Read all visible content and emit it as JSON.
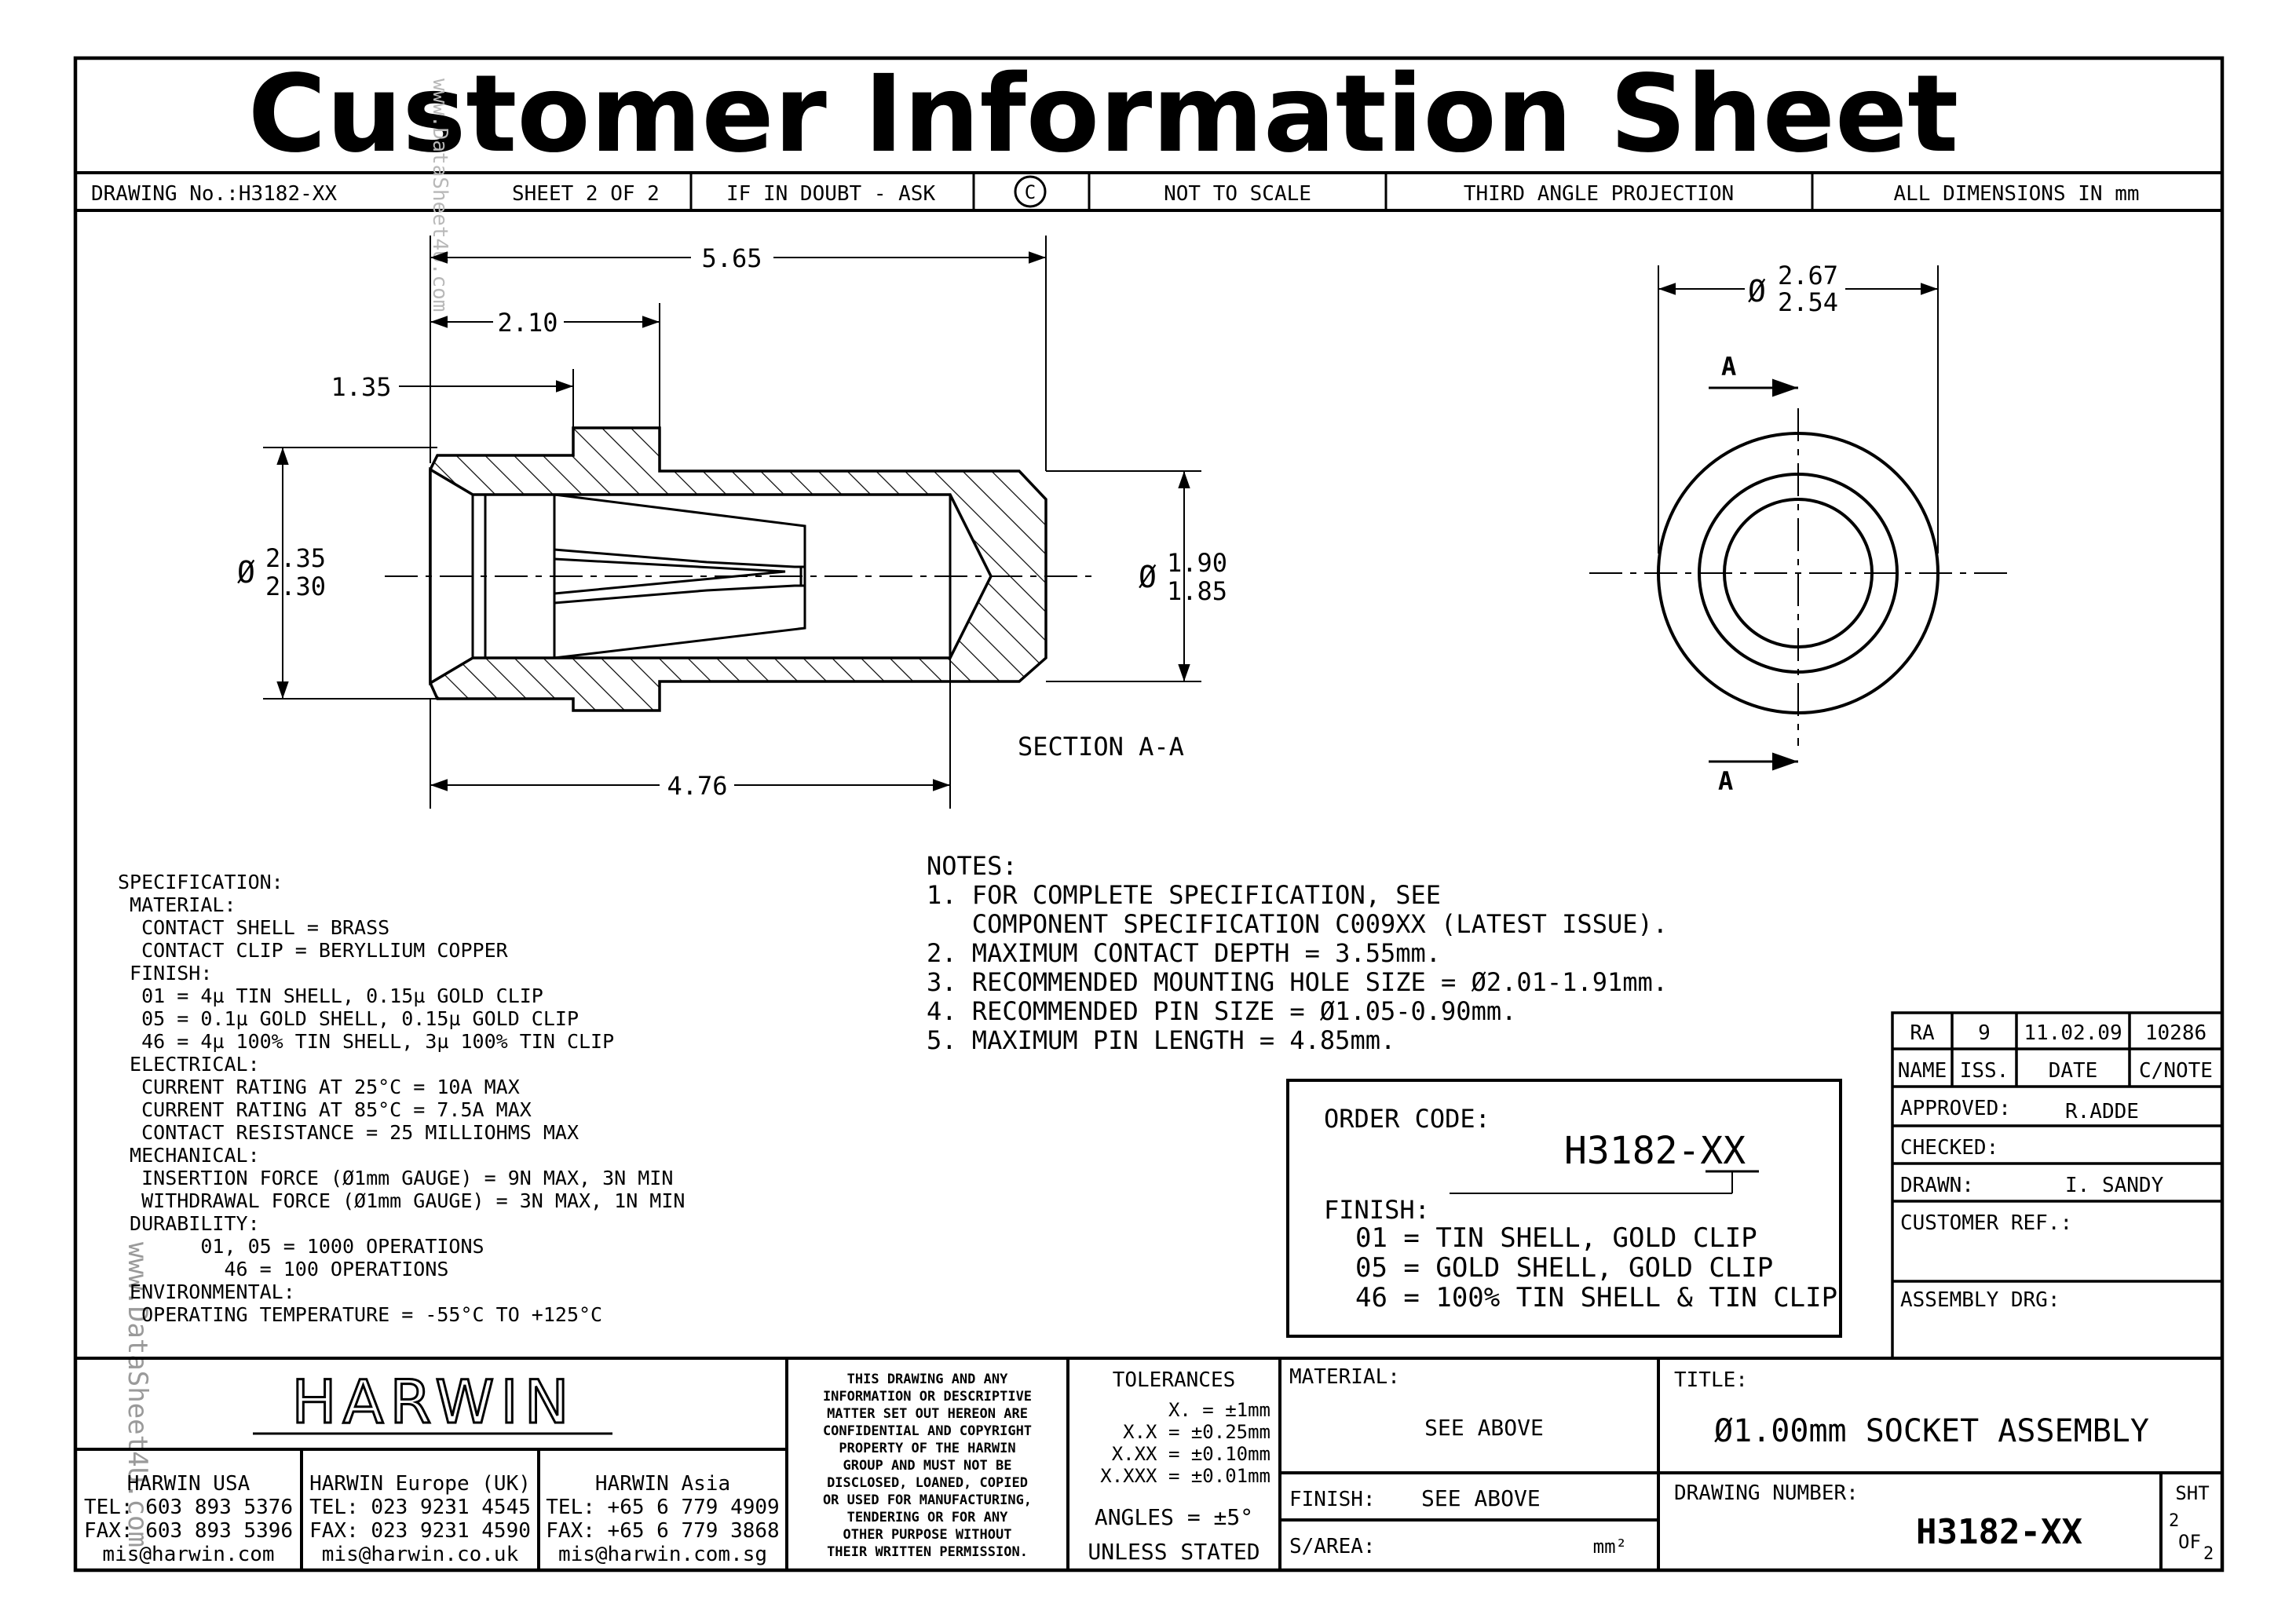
{
  "header": {
    "title": "Customer Information Sheet",
    "drawing_no": "DRAWING No.:H3182-XX",
    "sheet": "SHEET 2 OF 2",
    "if_in_doubt": "IF IN DOUBT - ASK",
    "copyright_symbol": "C",
    "not_to_scale": "NOT TO SCALE",
    "projection": "THIRD ANGLE PROJECTION",
    "dimensions_note": "ALL DIMENSIONS IN mm"
  },
  "side_view": {
    "dim_overall": "5.65",
    "dim_2_10": "2.10",
    "dim_1_35": "1.35",
    "dim_dia_left_prefix": "Ø",
    "dim_dia_left_top": "2.35",
    "dim_dia_left_bottom": "2.30",
    "dim_dia_right_prefix": "Ø",
    "dim_dia_right_top": "1.90",
    "dim_dia_right_bottom": "1.85",
    "dim_bottom": "4.76",
    "section_label": "SECTION A-A"
  },
  "end_view": {
    "dim_prefix": "Ø",
    "dim_top": "2.67",
    "dim_bottom": "2.54",
    "section_marker_top": "A",
    "section_marker_bottom": "A"
  },
  "specification": {
    "lines": [
      "SPECIFICATION:",
      " MATERIAL:",
      "  CONTACT SHELL = BRASS",
      "  CONTACT CLIP = BERYLLIUM COPPER",
      " FINISH:",
      "  01 = 4µ TIN SHELL, 0.15µ GOLD CLIP",
      "  05 = 0.1µ GOLD SHELL, 0.15µ GOLD CLIP",
      "  46 = 4µ 100% TIN SHELL, 3µ 100% TIN CLIP",
      " ELECTRICAL:",
      "  CURRENT RATING AT 25°C = 10A MAX",
      "  CURRENT RATING AT 85°C = 7.5A MAX",
      "  CONTACT RESISTANCE = 25 MILLIOHMS MAX",
      " MECHANICAL:",
      "  INSERTION FORCE (Ø1mm GAUGE) = 9N MAX, 3N MIN",
      "  WITHDRAWAL FORCE (Ø1mm GAUGE) = 3N MAX, 1N MIN",
      " DURABILITY:",
      "       01, 05 = 1000 OPERATIONS",
      "         46 = 100 OPERATIONS",
      " ENVIRONMENTAL:",
      "  OPERATING TEMPERATURE = -55°C TO +125°C"
    ]
  },
  "notes": {
    "lines": [
      "NOTES:",
      "1. FOR COMPLETE SPECIFICATION, SEE",
      "   COMPONENT SPECIFICATION C009XX (LATEST ISSUE).",
      "2. MAXIMUM CONTACT DEPTH = 3.55mm.",
      "3. RECOMMENDED MOUNTING HOLE SIZE = Ø2.01-1.91mm.",
      "4. RECOMMENDED PIN SIZE = Ø1.05-0.90mm.",
      "5. MAXIMUM PIN LENGTH = 4.85mm."
    ]
  },
  "order_code": {
    "label": "ORDER CODE:",
    "code": "H3182-XX",
    "finish_label": "FINISH:",
    "options": [
      "01 = TIN SHELL, GOLD CLIP",
      "05 = GOLD SHELL, GOLD CLIP",
      "46 = 100% TIN SHELL & TIN CLIP"
    ]
  },
  "revision": {
    "name": "RA",
    "iss": "9",
    "date": "11.02.09",
    "cnote": "10286",
    "hdr_name": "NAME",
    "hdr_iss": "ISS.",
    "hdr_date": "DATE",
    "hdr_cnote": "C/NOTE",
    "approved_label": "APPROVED:",
    "approved_value": "R.ADDE",
    "checked_label": "CHECKED:",
    "drawn_label": "DRAWN:",
    "drawn_value": "I. SANDY",
    "customer_ref_label": "CUSTOMER REF.:",
    "assembly_drg_label": "ASSEMBLY DRG:"
  },
  "title_block": {
    "logo": "HARWIN",
    "offices": [
      {
        "name": "HARWIN USA",
        "tel": "TEL: 603 893 5376",
        "fax": "FAX: 603 893 5396",
        "email": "mis@harwin.com"
      },
      {
        "name": "HARWIN Europe (UK)",
        "tel": "TEL: 023 9231 4545",
        "fax": "FAX: 023 9231 4590",
        "email": "mis@harwin.co.uk"
      },
      {
        "name": "HARWIN Asia",
        "tel": "TEL: +65 6 779 4909",
        "fax": "FAX: +65 6 779 3868",
        "email": "mis@harwin.com.sg"
      }
    ],
    "confidential": [
      "THIS DRAWING AND ANY",
      "INFORMATION OR DESCRIPTIVE",
      "MATTER SET OUT HEREON ARE",
      "CONFIDENTIAL AND COPYRIGHT",
      "PROPERTY OF THE HARWIN",
      "GROUP AND MUST NOT BE",
      "DISCLOSED, LOANED, COPIED",
      "OR USED FOR MANUFACTURING,",
      "TENDERING OR FOR ANY",
      "OTHER PURPOSE WITHOUT",
      "THEIR WRITTEN PERMISSION."
    ],
    "tolerances_label": "TOLERANCES",
    "tolerances": [
      "X. = ±1mm",
      "X.X = ±0.25mm",
      "X.XX = ±0.10mm",
      "X.XXX = ±0.01mm"
    ],
    "angles": "ANGLES = ±5°",
    "unless_stated": "UNLESS STATED",
    "material_label": "MATERIAL:",
    "material_value": "SEE ABOVE",
    "finish_label": "FINISH:",
    "finish_value": "SEE ABOVE",
    "sarea_label": "S/AREA:",
    "sarea_unit": "mm²",
    "title_label": "TITLE:",
    "title_value": "Ø1.00mm SOCKET ASSEMBLY",
    "drawing_number_label": "DRAWING NUMBER:",
    "drawing_number": "H3182-XX",
    "sht_label": "SHT",
    "sht_num": "2",
    "sht_of": "OF",
    "sht_total": "2"
  },
  "watermark": {
    "top": "www.DataSheet4U.com",
    "side": "www.DataSheet4U.com"
  }
}
